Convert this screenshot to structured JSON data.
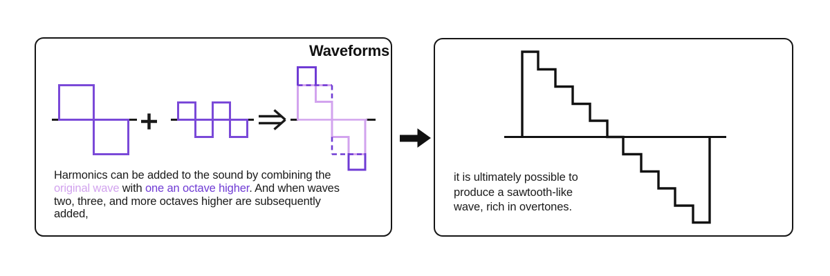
{
  "colors": {
    "ink": "#1a1a1a",
    "line_black": "#111111",
    "purple": "#7a49d8",
    "purple_deep": "#6f3bd4",
    "lavender": "#d2a3ee"
  },
  "left_panel": {
    "title": "Waveforms",
    "operators": {
      "plus": "+",
      "implies": "⇒"
    },
    "waves": {
      "original_wave": "square wave, one cycle, amplitude ±2",
      "octave_higher_wave": "square wave, two cycles, amplitude ±1",
      "combined_wave": "staircase sum +3, +1, -1, -3 with dashed original-wave guides"
    },
    "caption": {
      "line1": "Harmonics can be added to the sound by combining the",
      "line2_a": "original wave",
      "line2_b": " with ",
      "line2_c": "one an octave higher",
      "line2_d": ". And when waves",
      "line3": "two, three, and more octaves higher are subsequently",
      "line4": "added,"
    }
  },
  "right_panel": {
    "wave": "sawtooth-like staircase, 11 steps from +5 down to -5 then jump back to 0",
    "caption_lines": [
      "it is ultimately possible to",
      "produce a sawtooth-like",
      "wave, rich in overtones."
    ]
  }
}
